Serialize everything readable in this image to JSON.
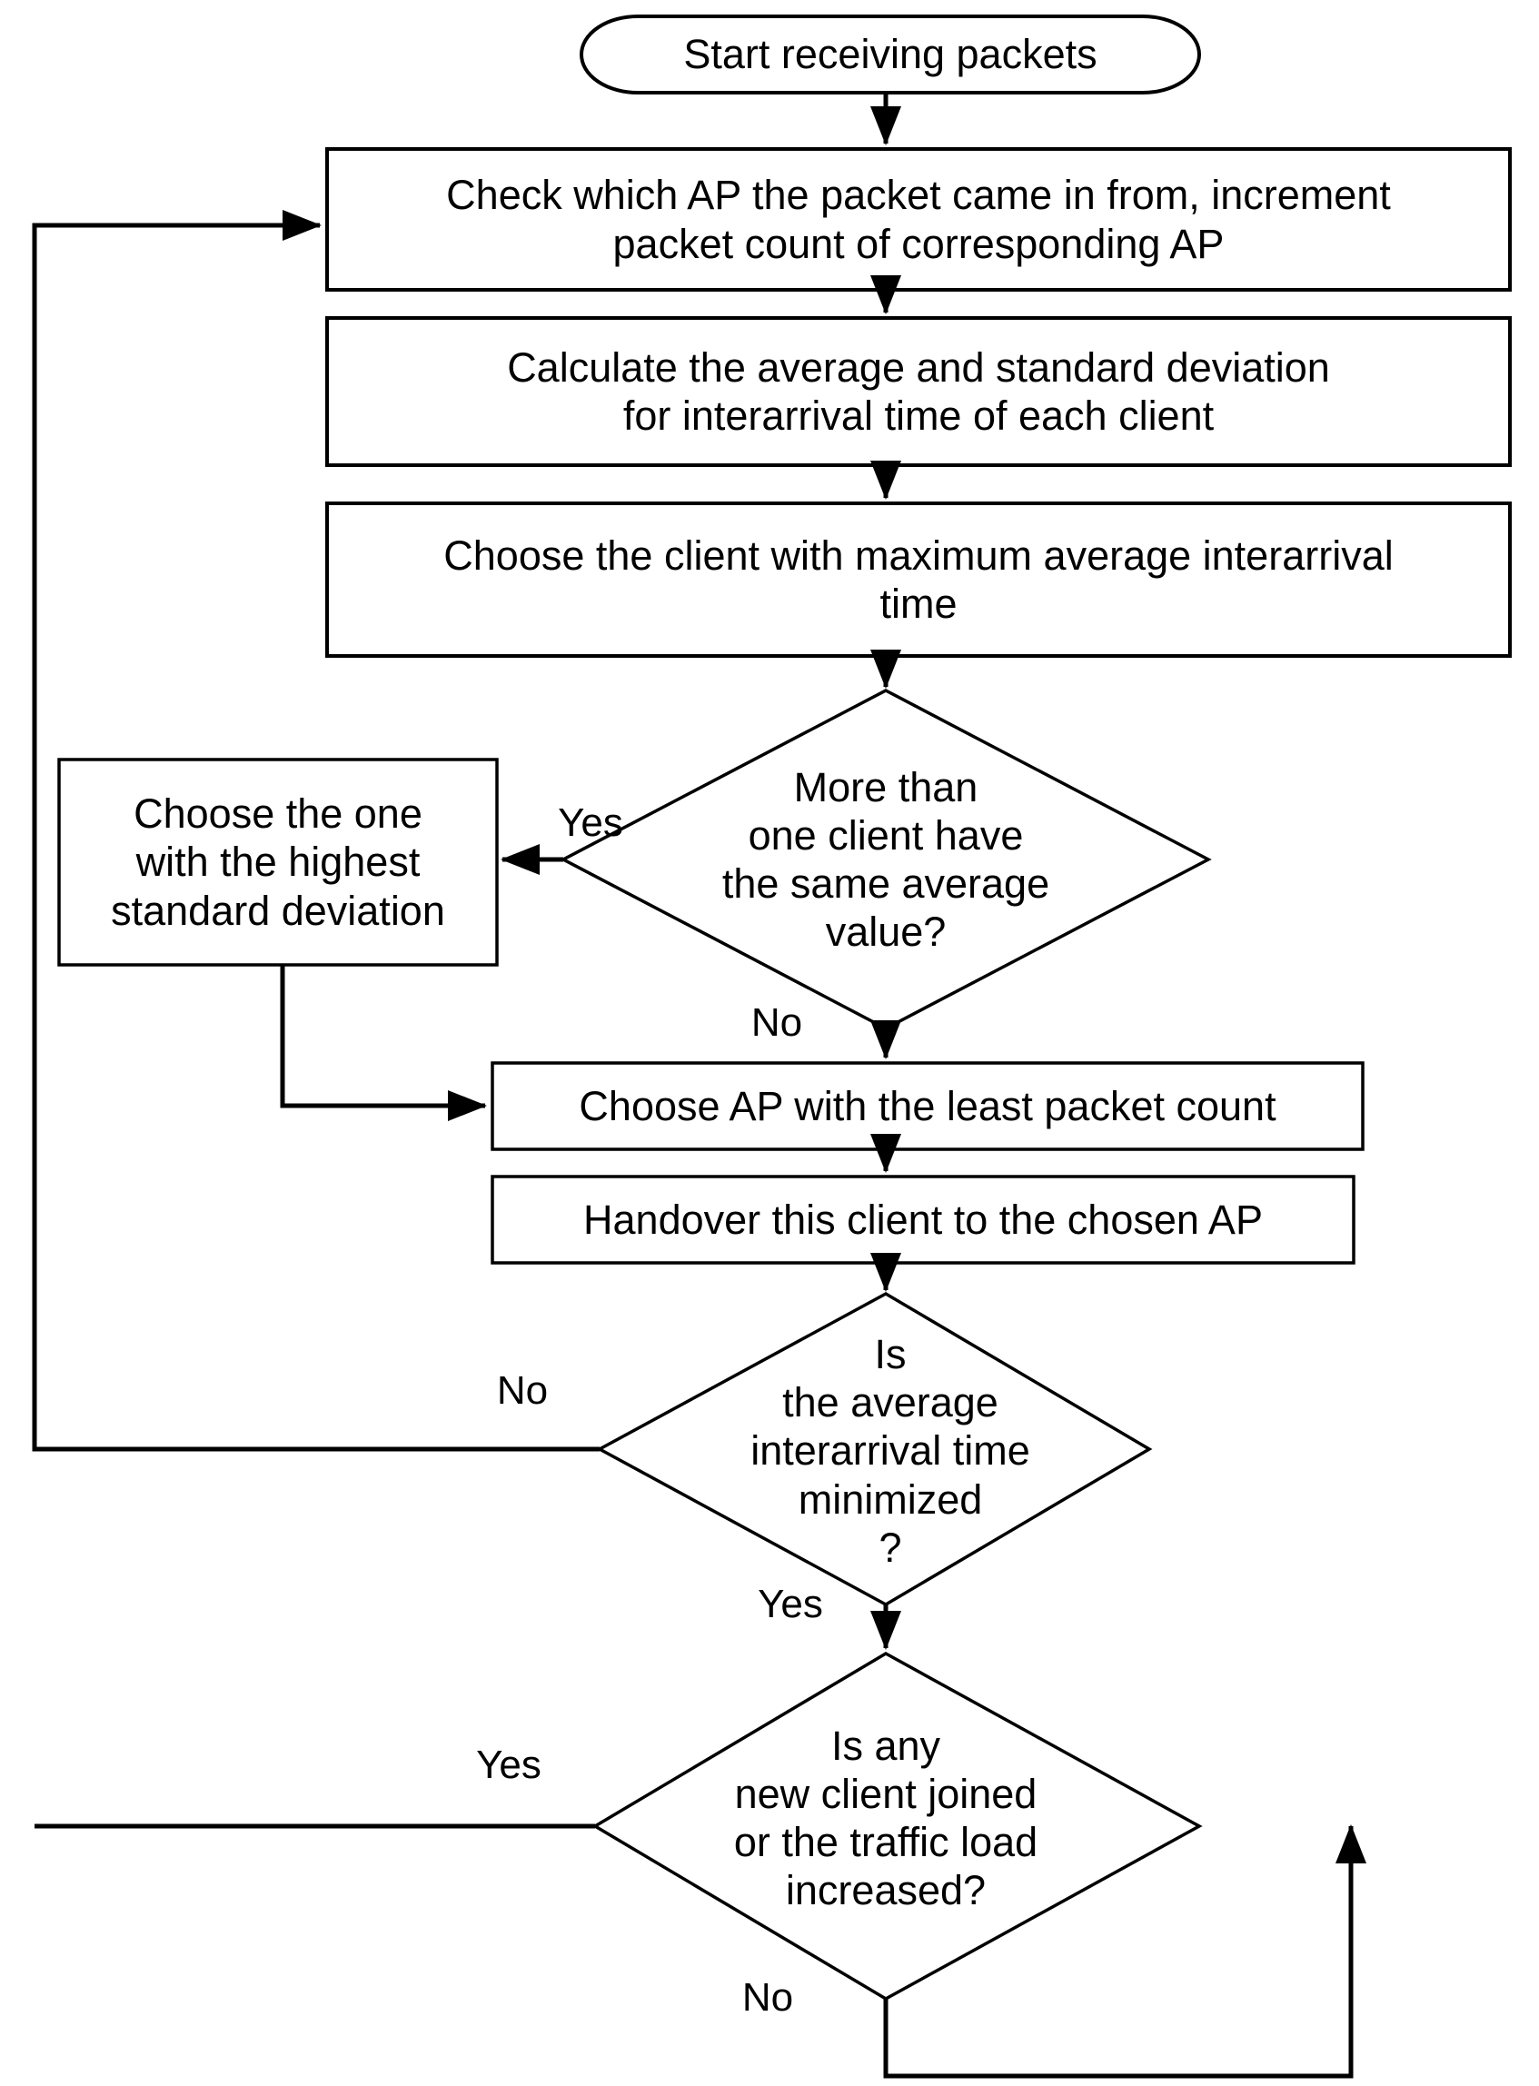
{
  "diagram": {
    "type": "flowchart",
    "title": "AP handover / load balancing algorithm flowchart",
    "background": "#ffffff",
    "line_color": "#000000"
  },
  "nodes": {
    "start": {
      "shape": "terminator",
      "text": "Start receiving packets"
    },
    "check_ap": {
      "shape": "process",
      "text": "Check which AP the packet came in from, increment\npacket count of corresponding AP"
    },
    "calc_stats": {
      "shape": "process",
      "text": "Calculate the average and standard deviation\nfor interarrival time of each client"
    },
    "choose_client": {
      "shape": "process",
      "text": "Choose the client with maximum average interarrival\ntime"
    },
    "same_avg": {
      "shape": "decision",
      "text": "More than\none client have\nthe same average\nvalue?"
    },
    "highest_stddev": {
      "shape": "process",
      "text": "Choose the one\nwith the highest\nstandard deviation"
    },
    "choose_ap": {
      "shape": "process",
      "text": "Choose AP with the least packet count"
    },
    "handover": {
      "shape": "process",
      "text": "Handover this client to the chosen AP"
    },
    "minimized": {
      "shape": "decision",
      "text": "Is\nthe average\ninterarrival time\nminimized\n?"
    },
    "new_client": {
      "shape": "decision",
      "text": "Is any\nnew client joined\nor the traffic load\nincreased?"
    }
  },
  "edge_labels": {
    "same_avg_yes": "Yes",
    "same_avg_no": "No",
    "minimized_no": "No",
    "minimized_yes": "Yes",
    "new_client_yes": "Yes",
    "new_client_no": "No"
  }
}
